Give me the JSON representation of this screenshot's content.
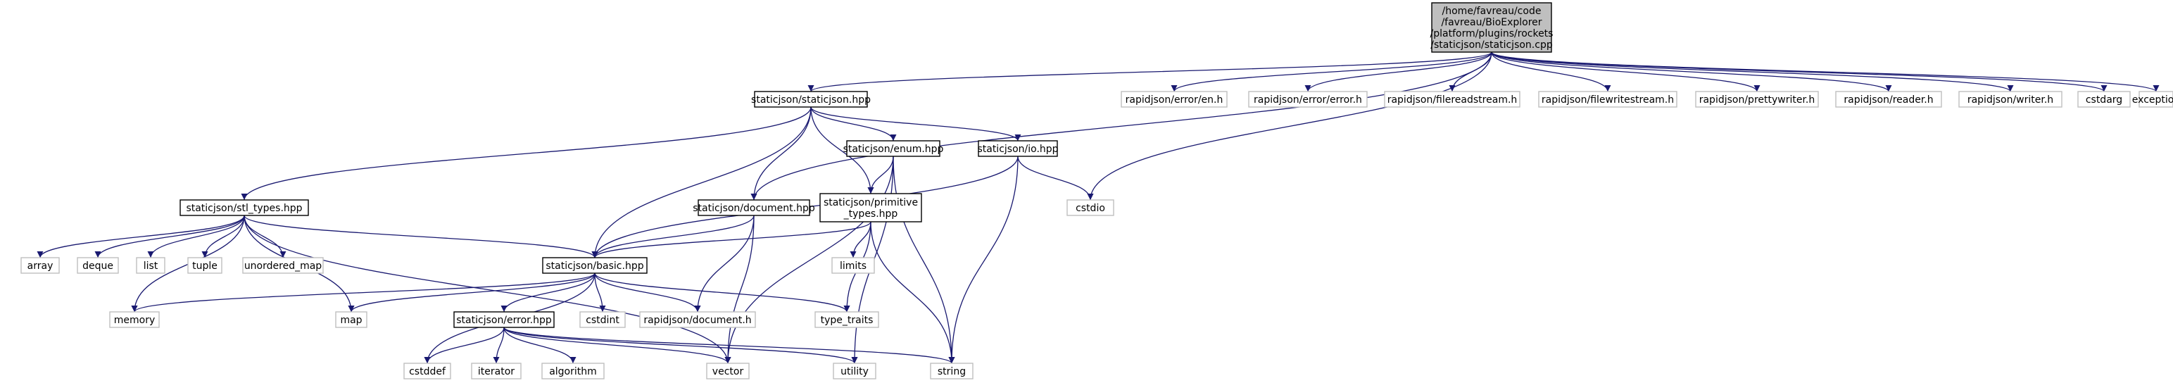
{
  "graph": {
    "nodes": {
      "root": [
        "/home/favreau/code",
        "/favreau/BioExplorer",
        "/platform/plugins/rockets",
        "/staticjson/staticjson.cpp"
      ],
      "staticjson_hpp": [
        "staticjson/staticjson.hpp"
      ],
      "err_en": [
        "rapidjson/error/en.h"
      ],
      "err_error": [
        "rapidjson/error/error.h"
      ],
      "filereadstream": [
        "rapidjson/filereadstream.h"
      ],
      "filewritestream": [
        "rapidjson/filewritestream.h"
      ],
      "prettywriter": [
        "rapidjson/prettywriter.h"
      ],
      "reader": [
        "rapidjson/reader.h"
      ],
      "writer": [
        "rapidjson/writer.h"
      ],
      "cstdarg": [
        "cstdarg"
      ],
      "exception": [
        "exception"
      ],
      "enum_hpp": [
        "staticjson/enum.hpp"
      ],
      "io_hpp": [
        "staticjson/io.hpp"
      ],
      "stl_types": [
        "staticjson/stl_types.hpp"
      ],
      "document_hpp": [
        "staticjson/document.hpp"
      ],
      "primitive_types": [
        "staticjson/primitive",
        "_types.hpp"
      ],
      "cstdio": [
        "cstdio"
      ],
      "array": [
        "array"
      ],
      "deque": [
        "deque"
      ],
      "list": [
        "list"
      ],
      "tuple": [
        "tuple"
      ],
      "unordered_map": [
        "unordered_map"
      ],
      "basic_hpp": [
        "staticjson/basic.hpp"
      ],
      "limits": [
        "limits"
      ],
      "memory": [
        "memory"
      ],
      "map": [
        "map"
      ],
      "cstdint": [
        "cstdint"
      ],
      "rj_document": [
        "rapidjson/document.h"
      ],
      "type_traits": [
        "type_traits"
      ],
      "error_hpp": [
        "staticjson/error.hpp"
      ],
      "cstddef": [
        "cstddef"
      ],
      "iterator": [
        "iterator"
      ],
      "algorithm": [
        "algorithm"
      ],
      "vector": [
        "vector"
      ],
      "utility": [
        "utility"
      ],
      "string": [
        "string"
      ]
    },
    "edge_color": "#191970",
    "root_fill": "#bfbfbf",
    "project_border": "#000000",
    "external_border": "#bfbfbf"
  }
}
